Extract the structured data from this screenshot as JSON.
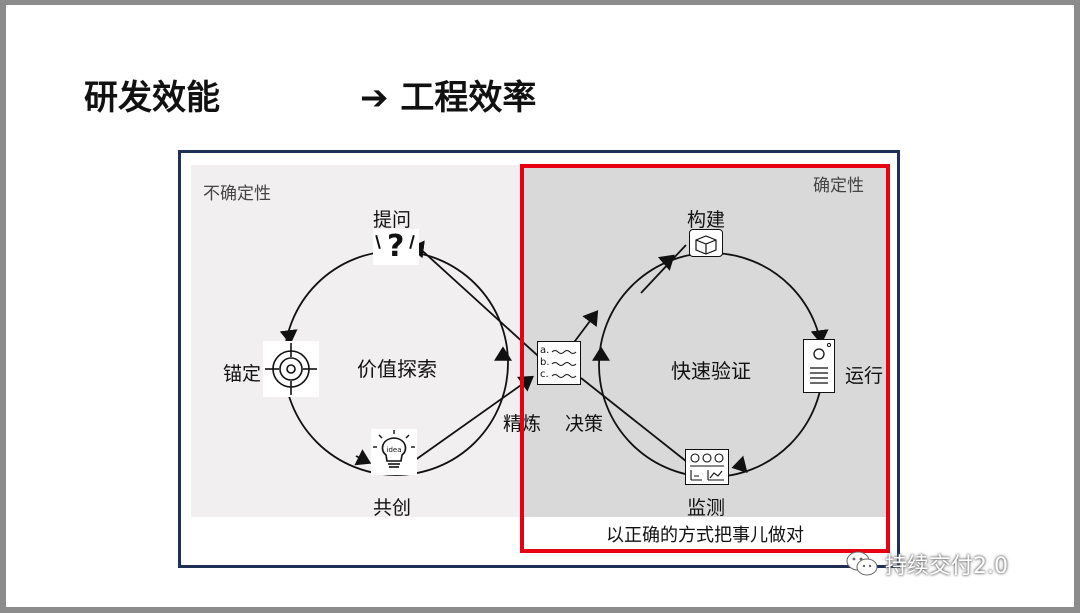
{
  "title": {
    "left": "研发效能",
    "arrow": "➔",
    "right": "工程效率"
  },
  "panels": {
    "uncertain": "不确定性",
    "certain": "确定性",
    "caption": "以正确的方式把事儿做对"
  },
  "left_cycle": {
    "center": "价值探索",
    "nodes": {
      "ask": "提问",
      "anchor": "锚定",
      "cocreate": "共创"
    },
    "refine": "精炼"
  },
  "right_cycle": {
    "center": "快速验证",
    "nodes": {
      "build": "构建",
      "run": "运行",
      "monitor": "监测"
    },
    "decide": "决策"
  },
  "doc_icon_lines": [
    "a.",
    "b.",
    "c."
  ],
  "idea_text": "idea",
  "watermark": "持续交付2.0"
}
